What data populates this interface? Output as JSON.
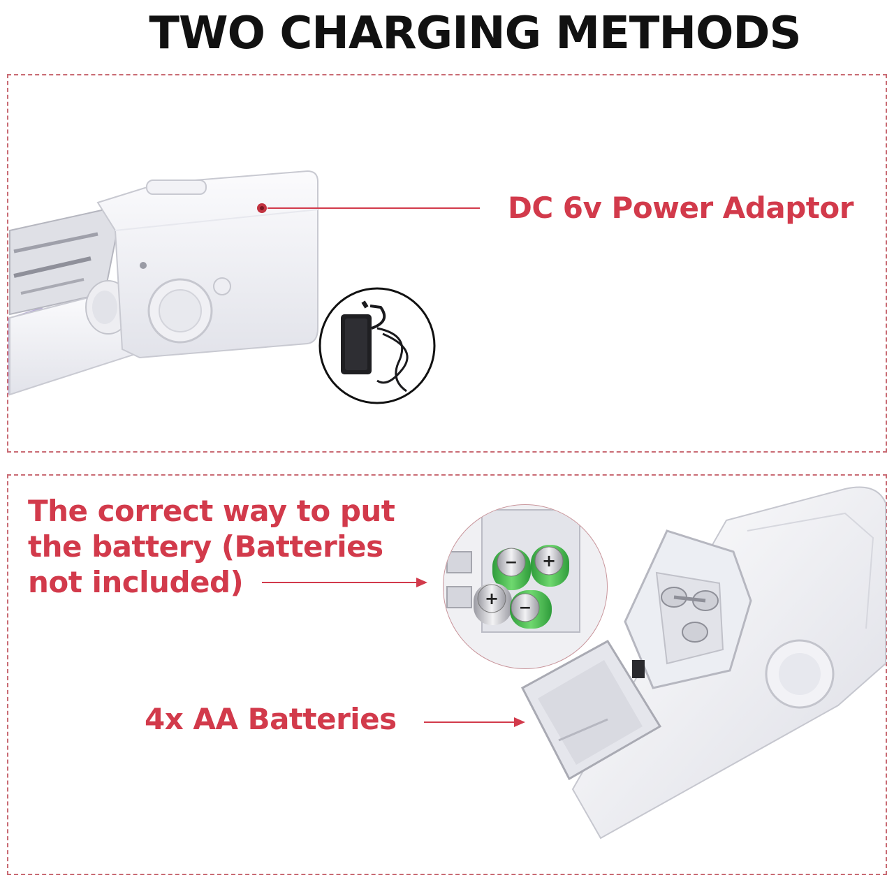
{
  "title": "TWO CHARGING METHODS",
  "top_panel": {
    "label": "DC 6v Power Adaptor"
  },
  "bottom_panel": {
    "label_correct_lines": [
      "The correct way to put",
      "the battery (Batteries",
      "not included)"
    ],
    "label_batteries": "4x AA Batteries"
  },
  "colors": {
    "accent_red": "#d23a4b",
    "dashed_border": "#c96b74",
    "title_text": "#111111",
    "device_white": "#f4f4f6",
    "battery_green": "#3db54a"
  },
  "icons": [
    "sewing-machine-image",
    "power-adaptor-icon",
    "battery-compartment-image",
    "battery-pack-icon"
  ]
}
